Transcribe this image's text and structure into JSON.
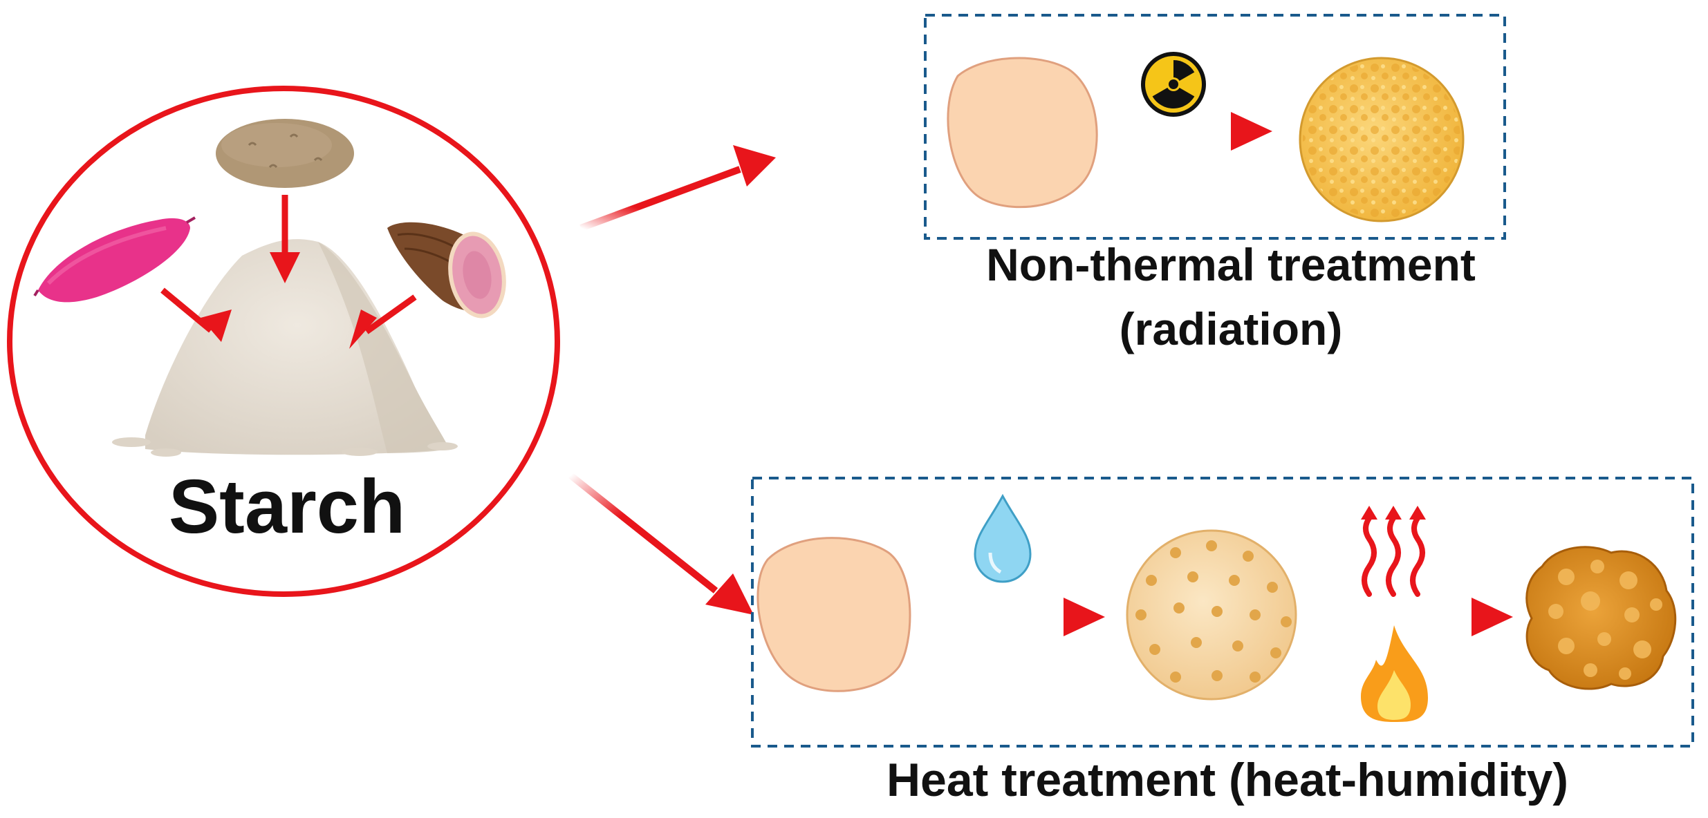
{
  "starch": {
    "label": "Starch"
  },
  "non_thermal": {
    "title": "Non-thermal treatment",
    "subtitle": "(radiation)"
  },
  "heat": {
    "title": "Heat treatment (heat-humidity)"
  },
  "colors": {
    "arrow": "#e8151b",
    "circle": "#e8151b",
    "dash_box": "#1a5a8c",
    "granule_native": "#fbd4b0",
    "granule_native_stroke": "#e0a07e",
    "granule_irradiated": "#f6c24e",
    "granule_swollen": "#f7dcae",
    "granule_damaged": "#d98a1a",
    "powder": "#e5ded3",
    "potato": "#b09775",
    "sweet_potato": "#e8328a",
    "taro": "#7a4a2a",
    "taro_inner": "#e79bb3",
    "water": "#8fd6f2",
    "flame": "#f99d1a",
    "radiation": "#f5c518"
  }
}
